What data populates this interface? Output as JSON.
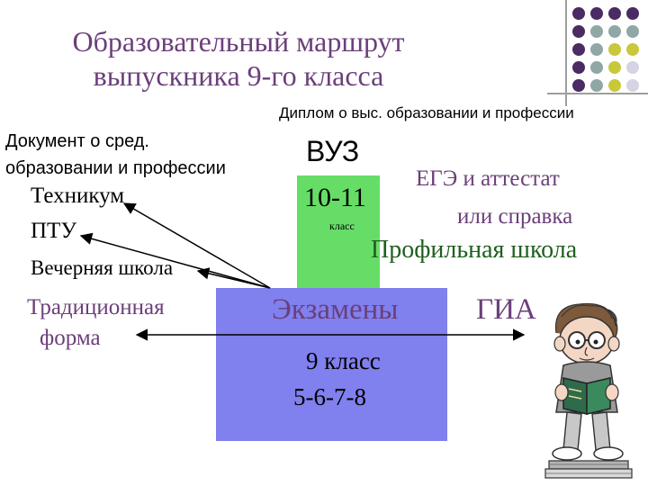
{
  "title": {
    "line1": "Образовательный маршрут",
    "line2": "выпускника 9-го класса"
  },
  "colors": {
    "title": "#6b3f7a",
    "higher_box": "#66dd66",
    "exam_box": "#8080ee",
    "dot_purple": "#4a2b63",
    "dot_teal": "#8fa8a6",
    "dot_olive": "#c8c83a",
    "dot_lavender": "#d4d4e4"
  },
  "labels": {
    "diploma_higher": "Диплом о выс. образовании и профессии",
    "diploma_secondary_line1": "Документ о сред.",
    "diploma_secondary_line2": "образовании и профессии",
    "technikum": "Техникум",
    "ptu": "ПТУ",
    "evening_school": "Вечерняя школа",
    "traditional_line1": "Традиционная",
    "traditional_line2": "форма",
    "vuz": "ВУЗ",
    "grades_10_11": "10-11",
    "grade_word": "класс",
    "ege_part1": "ЕГЭ",
    "ege_part2": " и ",
    "ege_part3": "аттестат",
    "or_certificate": "или справка",
    "profile_school": "Профильная школа",
    "exams": "Экзамены",
    "gia": "ГИА",
    "grade_9": "9 класс",
    "grades_5_8": "5-6-7-8"
  },
  "decoration": {
    "dots_icon": "dot-grid-icon",
    "illustration": "reading-student-icon"
  }
}
